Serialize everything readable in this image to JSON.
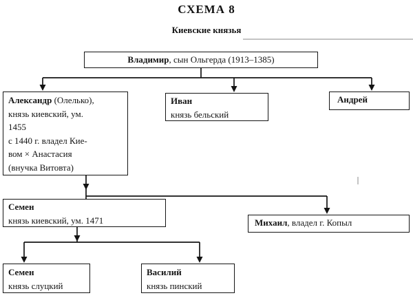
{
  "title": "СХЕМА 8",
  "subtitle": "Киевские князья",
  "nodes": {
    "vladimir": {
      "name": "Владимир",
      "desc": ", сын Ольгерда (1913–1385)"
    },
    "alexandr": {
      "name": "Александр",
      "desc": " (Олелько),",
      "lines": [
        "князь киевский, ум.",
        "1455",
        "с 1440 г. владел Кие-",
        "вом × Анастасия",
        "(внучка Витовта)"
      ]
    },
    "ivan": {
      "name": "Иван",
      "lines": [
        "князь бельский"
      ]
    },
    "andrey": {
      "name": "Андрей"
    },
    "semen1": {
      "name": "Семен",
      "lines": [
        "князь киевский, ум. 1471"
      ]
    },
    "mikhail": {
      "name": "Михаил",
      "desc": ", владел г. Копыл"
    },
    "semen2": {
      "name": "Семен",
      "lines": [
        "князь слуцкий"
      ]
    },
    "vasiliy": {
      "name": "Василий",
      "lines": [
        "князь пинский"
      ]
    }
  },
  "colors": {
    "line": "#141414",
    "text": "#141414",
    "background": "#ffffff"
  }
}
